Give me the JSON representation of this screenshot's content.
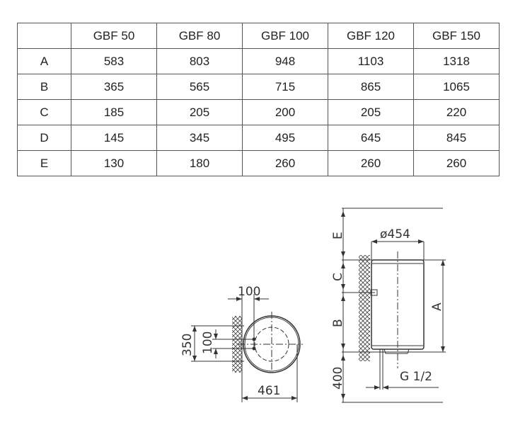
{
  "table": {
    "corner": "",
    "columns": [
      "GBF 50",
      "GBF 80",
      "GBF 100",
      "GBF 120",
      "GBF 150"
    ],
    "rows": [
      {
        "label": "A",
        "values": [
          "583",
          "803",
          "948",
          "1103",
          "1318"
        ]
      },
      {
        "label": "B",
        "values": [
          "365",
          "565",
          "715",
          "865",
          "1065"
        ]
      },
      {
        "label": "C",
        "values": [
          "185",
          "205",
          "200",
          "205",
          "220"
        ]
      },
      {
        "label": "D",
        "values": [
          "145",
          "345",
          "495",
          "645",
          "845"
        ]
      },
      {
        "label": "E",
        "values": [
          "130",
          "180",
          "260",
          "260",
          "260"
        ]
      }
    ]
  },
  "drawing": {
    "front": {
      "width": "461",
      "bracket_spacing": "100",
      "height_span": "350",
      "vertical_spacing": "100"
    },
    "side": {
      "diameter": "ø454",
      "dim_e": "E",
      "dim_c": "C",
      "dim_b": "B",
      "dim_a": "A",
      "dim_bottom": "400",
      "connection": "G 1/2"
    }
  }
}
